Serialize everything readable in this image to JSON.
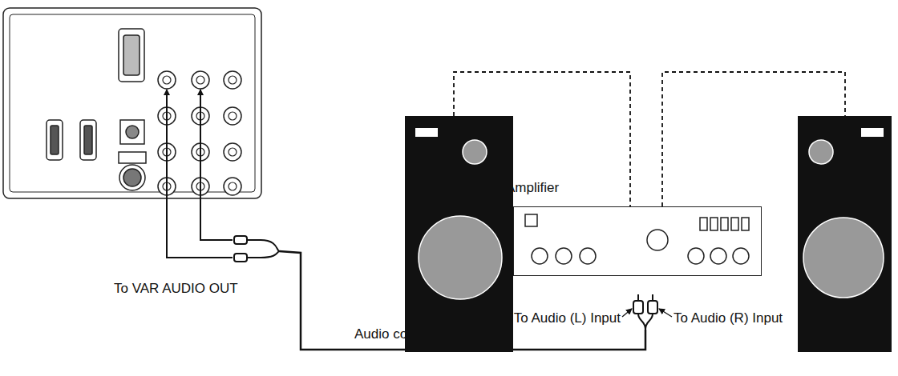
{
  "diagram": {
    "nodes": [
      {
        "text": [
          "Amplifier"
        ]
      }
    ],
    "labels": [
      "To VAR AUDIO OUT",
      "To Audio (L) Input",
      "To Audio (R) Input",
      "Audio cord (not supplied)"
    ]
  }
}
